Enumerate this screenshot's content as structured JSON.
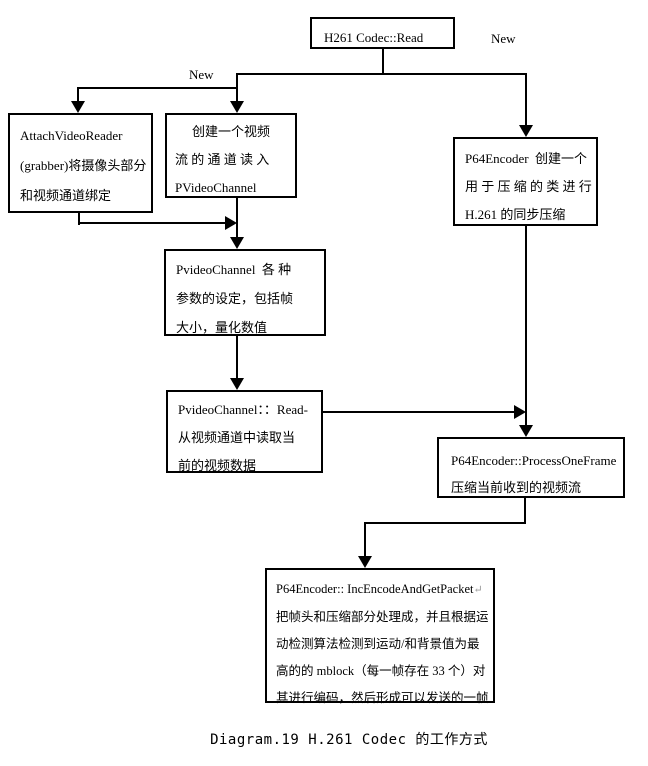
{
  "diagram": {
    "caption": "Diagram.19 H.261 Codec 的工作方式",
    "labels": {
      "new_top_right": "New",
      "new_middle": "New"
    },
    "colors": {
      "line": "#000000",
      "background": "#ffffff",
      "text": "#000000"
    },
    "boxes": {
      "read": {
        "lines": [
          "H261 Codec::Read"
        ]
      },
      "attach": {
        "lines": [
          "AttachVideoReader",
          "(grabber)将摄像头部分",
          "和视频通道绑定"
        ]
      },
      "create": {
        "lines": [
          "创建一个视频",
          "流 的 通 道 读 入",
          "PVideoChannel"
        ]
      },
      "p64new": {
        "lines": [
          "P64Encoder  创建一个",
          "用 于 压 缩 的 类 进 行",
          "H.261 的同步压缩"
        ]
      },
      "params": {
        "lines": [
          "PvideoChannel  各 种",
          "参数的设定，包括帧",
          "大小，量化数值"
        ]
      },
      "read2": {
        "lines": [
          "PvideoChannel：：Read-",
          "从视频通道中读取当",
          "前的视频数据"
        ]
      },
      "process": {
        "lines": [
          "P64Encoder::ProcessOneFrame",
          "压缩当前收到的视频流"
        ]
      },
      "encode": {
        "lines": [
          "P64Encoder:: IncEncodeAndGetPacket",
          "把帧头和压缩部分处理成，并且根据运",
          "动检测算法检测到运动/和背景值为最",
          "高的的 mblock（每一帧存在 33 个）对",
          "其进行编码，然后形成可以发送的一帧"
        ],
        "return_mark": "↵"
      }
    }
  }
}
